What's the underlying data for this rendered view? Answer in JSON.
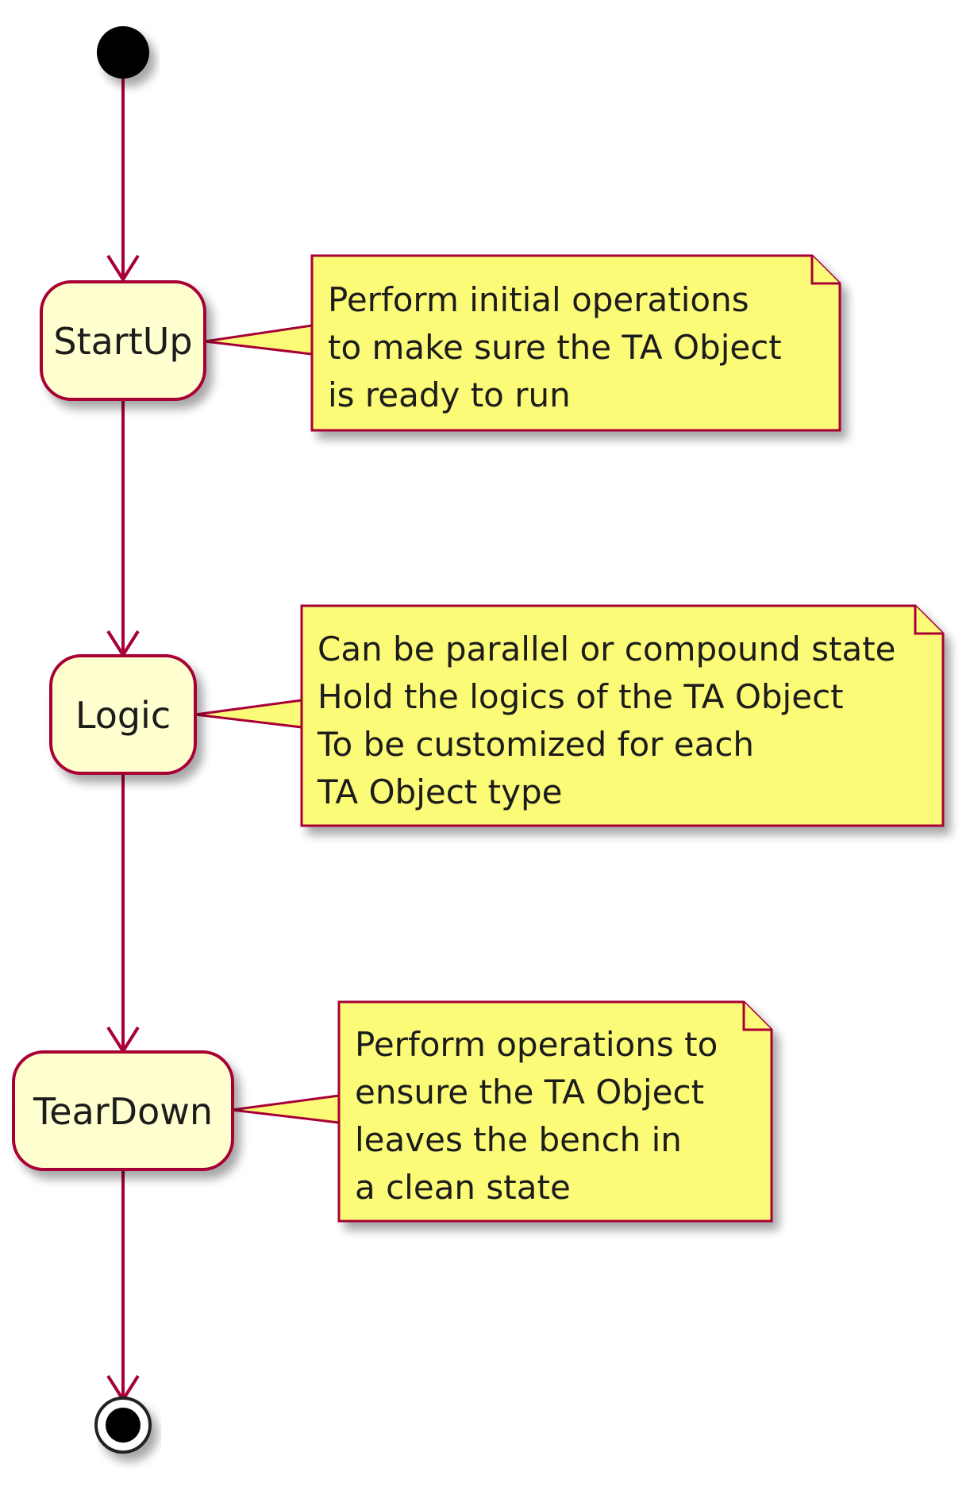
{
  "diagram": {
    "type": "uml-activity-diagram",
    "colors": {
      "edge": "#A80036",
      "state_fill": "#FEFECE",
      "note_fill": "#FBFB77",
      "start_fill": "#000000",
      "shadow": "#c8c8c8"
    },
    "nodes": [
      {
        "id": "start",
        "kind": "initial"
      },
      {
        "id": "startup",
        "kind": "state",
        "label": "StartUp"
      },
      {
        "id": "logic",
        "kind": "state",
        "label": "Logic"
      },
      {
        "id": "teardown",
        "kind": "state",
        "label": "TearDown"
      },
      {
        "id": "end",
        "kind": "final"
      }
    ],
    "edges": [
      {
        "from": "start",
        "to": "startup"
      },
      {
        "from": "startup",
        "to": "logic"
      },
      {
        "from": "logic",
        "to": "teardown"
      },
      {
        "from": "teardown",
        "to": "end"
      }
    ],
    "notes": [
      {
        "attached_to": "startup",
        "lines": [
          "Perform initial operations",
          "to make sure the TA Object",
          "is ready to run"
        ]
      },
      {
        "attached_to": "logic",
        "lines": [
          "Can be parallel or compound state",
          "Hold the logics of the TA Object",
          "To be customized for each",
          "TA Object type"
        ]
      },
      {
        "attached_to": "teardown",
        "lines": [
          "Perform operations to",
          "ensure the TA Object",
          "leaves the bench in",
          "a clean state"
        ]
      }
    ]
  }
}
